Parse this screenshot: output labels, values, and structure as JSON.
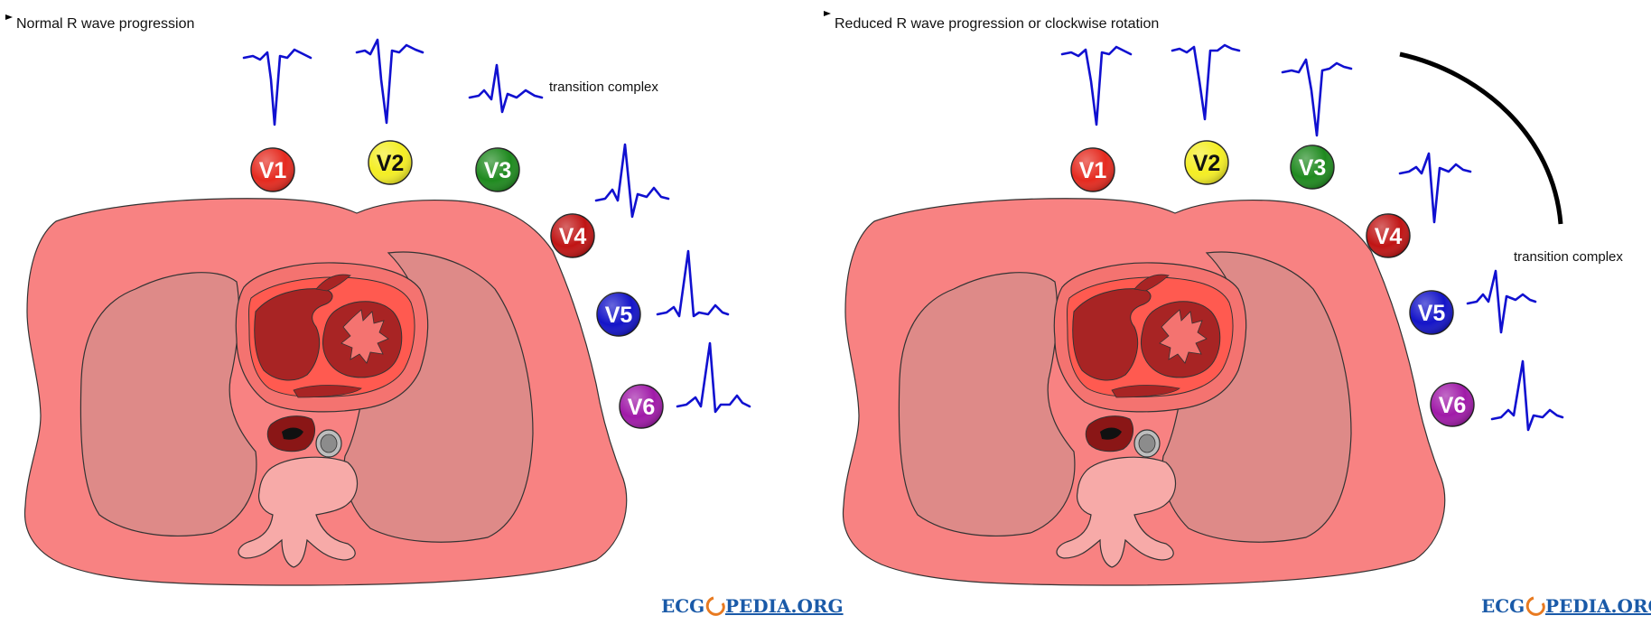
{
  "panels": [
    {
      "title": "Normal R wave progression",
      "annotation": "transition complex",
      "leads": [
        {
          "label": "V1",
          "color": "#e52a1f",
          "text_color": "#ffffff"
        },
        {
          "label": "V2",
          "color": "#f4ee24",
          "text_color": "#111111"
        },
        {
          "label": "V3",
          "color": "#1f8a1f",
          "text_color": "#ffffff"
        },
        {
          "label": "V4",
          "color": "#c01414",
          "text_color": "#ffffff"
        },
        {
          "label": "V5",
          "color": "#1414c8",
          "text_color": "#ffffff"
        },
        {
          "label": "V6",
          "color": "#a01aa8",
          "text_color": "#ffffff"
        }
      ],
      "logo": {
        "left": "ECG",
        "right": "PEDIA.ORG"
      }
    },
    {
      "title": "Reduced R wave progression or clockwise rotation",
      "annotation": "transition complex",
      "leads": [
        {
          "label": "V1",
          "color": "#e52a1f",
          "text_color": "#ffffff"
        },
        {
          "label": "V2",
          "color": "#f4ee24",
          "text_color": "#111111"
        },
        {
          "label": "V3",
          "color": "#1f8a1f",
          "text_color": "#ffffff"
        },
        {
          "label": "V4",
          "color": "#c01414",
          "text_color": "#ffffff"
        },
        {
          "label": "V5",
          "color": "#1414c8",
          "text_color": "#ffffff"
        },
        {
          "label": "V6",
          "color": "#a01aa8",
          "text_color": "#ffffff"
        }
      ],
      "logo": {
        "left": "ECG",
        "right": "PEDIA.ORG"
      }
    }
  ],
  "colors": {
    "body": "#f88282",
    "lung": "#de8a88",
    "heart_outer": "#f47370",
    "heart_chamber": "#ff5a50",
    "myocardium_dark": "#a82424",
    "esophagus": "#8a1616",
    "vertebra": "#f7aaa8",
    "ecg_trace": "#1010d0",
    "logo_blue": "#1a5aa8",
    "logo_orange": "#e87a20"
  }
}
